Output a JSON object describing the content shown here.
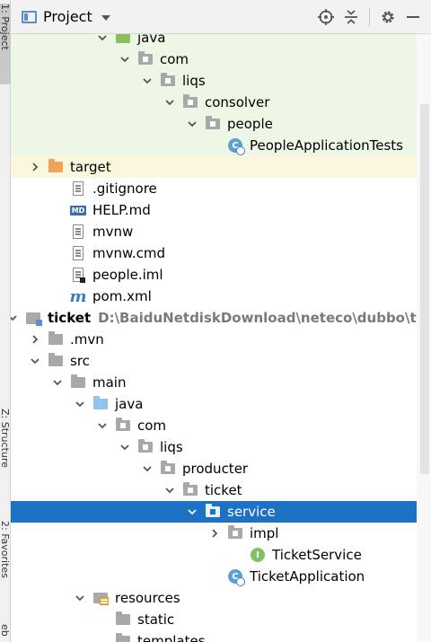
{
  "header": {
    "title": "Project",
    "icons": {
      "project_view": "window-icon",
      "locate": "crosshair-icon",
      "collapse": "collapse-all-icon",
      "settings": "gear-icon",
      "hide": "minimize-icon"
    }
  },
  "left_strip": {
    "project_tab": "1: Project",
    "structure_tab": "Z: Structure",
    "favorites_tab": "2: Favorites",
    "extra_tab": "eb"
  },
  "tree": {
    "rows": [
      {
        "label": "java",
        "indent": 5,
        "arrow": "down",
        "icon": "folder-green",
        "bg": "test"
      },
      {
        "label": "com",
        "indent": 6,
        "arrow": "down",
        "icon": "folder-pkg",
        "bg": "test"
      },
      {
        "label": "liqs",
        "indent": 7,
        "arrow": "down",
        "icon": "folder-pkg",
        "bg": "test"
      },
      {
        "label": "consolver",
        "indent": 8,
        "arrow": "down",
        "icon": "folder-pkg",
        "bg": "test"
      },
      {
        "label": "people",
        "indent": 9,
        "arrow": "down",
        "icon": "folder-pkg",
        "bg": "test"
      },
      {
        "label": "PeopleApplicationTests",
        "indent": 10,
        "arrow": "",
        "icon": "class-run",
        "bg": "test"
      },
      {
        "label": "target",
        "indent": 2,
        "arrow": "right",
        "icon": "folder-orange",
        "bg": "ignored"
      },
      {
        "label": ".gitignore",
        "indent": 3,
        "arrow": "",
        "icon": "file-doc",
        "bg": ""
      },
      {
        "label": "HELP.md",
        "indent": 3,
        "arrow": "",
        "icon": "md",
        "bg": ""
      },
      {
        "label": "mvnw",
        "indent": 3,
        "arrow": "",
        "icon": "file-doc",
        "bg": ""
      },
      {
        "label": "mvnw.cmd",
        "indent": 3,
        "arrow": "",
        "icon": "file-doc",
        "bg": ""
      },
      {
        "label": "people.iml",
        "indent": 3,
        "arrow": "",
        "icon": "file-iml",
        "bg": ""
      },
      {
        "label": "pom.xml",
        "indent": 3,
        "arrow": "",
        "icon": "maven",
        "bg": ""
      },
      {
        "label": "ticket",
        "path": "D:\\BaiduNetdiskDownload\\neteco\\dubbo\\ticket",
        "indent": 1,
        "arrow": "down",
        "icon": "module",
        "bg": "",
        "bold": true
      },
      {
        "label": ".mvn",
        "indent": 2,
        "arrow": "right",
        "icon": "folder",
        "bg": ""
      },
      {
        "label": "src",
        "indent": 2,
        "arrow": "down",
        "icon": "folder",
        "bg": ""
      },
      {
        "label": "main",
        "indent": 3,
        "arrow": "down",
        "icon": "folder",
        "bg": ""
      },
      {
        "label": "java",
        "indent": 4,
        "arrow": "down",
        "icon": "folder-blue",
        "bg": ""
      },
      {
        "label": "com",
        "indent": 5,
        "arrow": "down",
        "icon": "folder-pkg",
        "bg": ""
      },
      {
        "label": "liqs",
        "indent": 6,
        "arrow": "down",
        "icon": "folder-pkg",
        "bg": ""
      },
      {
        "label": "producter",
        "indent": 7,
        "arrow": "down",
        "icon": "folder-pkg",
        "bg": ""
      },
      {
        "label": "ticket",
        "indent": 8,
        "arrow": "down",
        "icon": "folder-pkg",
        "bg": ""
      },
      {
        "label": "service",
        "indent": 9,
        "arrow": "down",
        "icon": "folder-pkg",
        "bg": "selected"
      },
      {
        "label": "impl",
        "indent": 10,
        "arrow": "right",
        "icon": "folder-pkg",
        "bg": ""
      },
      {
        "label": "TicketService",
        "indent": 11,
        "arrow": "",
        "icon": "interface",
        "bg": ""
      },
      {
        "label": "TicketApplication",
        "indent": 10,
        "arrow": "",
        "icon": "class-run",
        "bg": ""
      },
      {
        "label": "resources",
        "indent": 4,
        "arrow": "down",
        "icon": "resources",
        "bg": ""
      },
      {
        "label": "static",
        "indent": 5,
        "arrow": "",
        "icon": "folder",
        "bg": ""
      },
      {
        "label": "templates",
        "indent": 5,
        "arrow": "",
        "icon": "folder",
        "bg": ""
      }
    ]
  }
}
